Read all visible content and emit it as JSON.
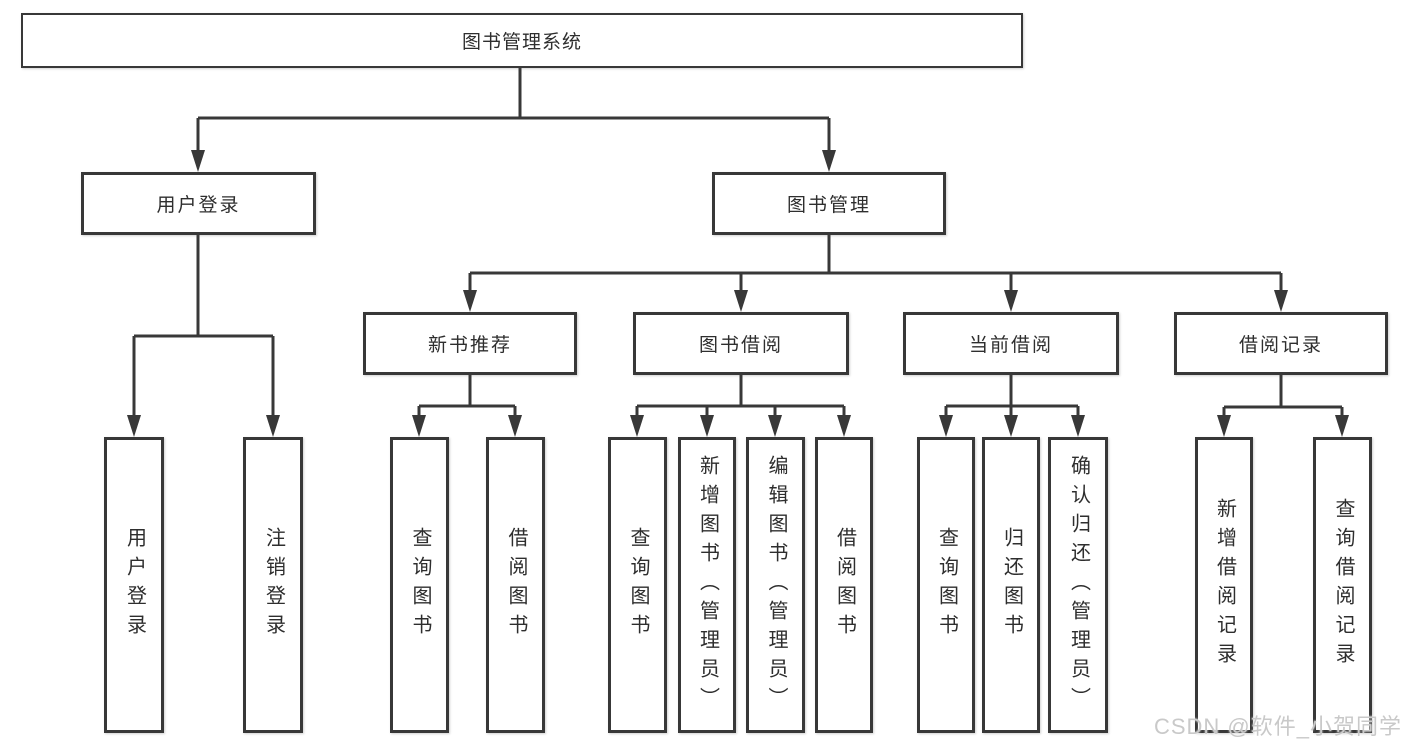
{
  "tree": {
    "label": "图书管理系统",
    "children": [
      {
        "label": "用户登录",
        "children": [
          {
            "label": "用户登录"
          },
          {
            "label": "注销登录"
          }
        ]
      },
      {
        "label": "图书管理",
        "children": [
          {
            "label": "新书推荐",
            "children": [
              {
                "label": "查询图书"
              },
              {
                "label": "借阅图书"
              }
            ]
          },
          {
            "label": "图书借阅",
            "children": [
              {
                "label": "查询图书"
              },
              {
                "label": "新增图书（管理员）"
              },
              {
                "label": "编辑图书（管理员）"
              },
              {
                "label": "借阅图书"
              }
            ]
          },
          {
            "label": "当前借阅",
            "children": [
              {
                "label": "查询图书"
              },
              {
                "label": "归还图书"
              },
              {
                "label": "确认归还（管理员）"
              }
            ]
          },
          {
            "label": "借阅记录",
            "children": [
              {
                "label": "新增借阅记录"
              },
              {
                "label": "查询借阅记录"
              }
            ]
          }
        ]
      }
    ]
  },
  "watermark": {
    "text": "CSDN @软件_小贺同学"
  },
  "colors": {
    "line": "#383838",
    "box_border": "#383838",
    "text": "#2e2e2e",
    "background": "#ffffff",
    "watermark": "#c9c9c9"
  }
}
